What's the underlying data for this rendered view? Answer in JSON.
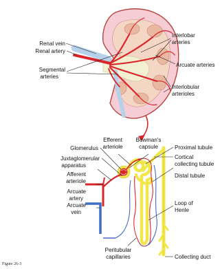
{
  "figure": {
    "caption": "Figure 26-3",
    "kidney_labels": {
      "renal_vein": "Renal vein",
      "renal_artery": "Renal artery",
      "segmental_1": "Segmental",
      "segmental_2": "arteries",
      "interlobar_1": "Interlobar",
      "interlobar_2": "arteries",
      "arcuate_arteries": "Arcuate arteries",
      "interlobular_1": "Interlobular",
      "interlobular_2": "arterioles"
    },
    "nephron_labels": {
      "efferent_1": "Efferent",
      "efferent_2": "arteriole",
      "bowmans_1": "Bowman's",
      "bowmans_2": "capsule",
      "glomerulus": "Glomerulus",
      "juxta_1": "Juxtaglomerular",
      "juxta_2": "apparatus",
      "afferent_1": "Afferent",
      "afferent_2": "arteriole",
      "arcuate_artery_1": "Arcuate",
      "arcuate_artery_2": "artery",
      "arcuate_vein_1": "Arcuate",
      "arcuate_vein_2": "vein",
      "peritubular_1": "Peritubular",
      "peritubular_2": "capillaries",
      "proximal_tubule": "Proximal tubule",
      "cortical_1": "Cortical",
      "cortical_2": "collecting tubule",
      "distal_tubule": "Distal tubule",
      "loop_1": "Loop of",
      "loop_2": "Henle",
      "collecting_duct": "Collecting duct"
    },
    "colors": {
      "artery": "#d8262b",
      "vein": "#3f6fc7",
      "tubule": "#f1e74a",
      "cortex": "#f6cdd5",
      "pyramid": "#e8b8a0",
      "pelvis": "#f3efd2",
      "ureter": "#b5d2ea"
    }
  }
}
